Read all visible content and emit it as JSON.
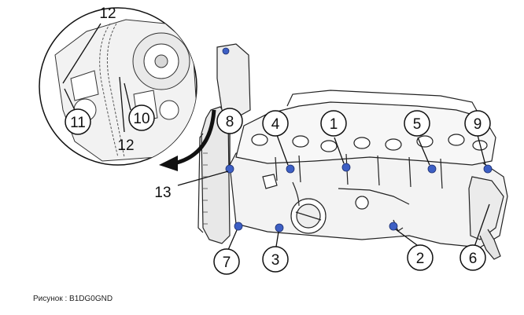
{
  "caption": "Рисунок : B1DG0GND",
  "callouts": {
    "c1": "1",
    "c2": "2",
    "c3": "3",
    "c4": "4",
    "c5": "5",
    "c6": "6",
    "c7": "7",
    "c8": "8",
    "c9": "9",
    "c10": "10",
    "c11": "11",
    "c12a": "12",
    "c12b": "12",
    "c13": "13"
  },
  "colors": {
    "bolt": "#3d5fc4",
    "line": "#111111",
    "engine_fill": "#f3f3f3"
  }
}
